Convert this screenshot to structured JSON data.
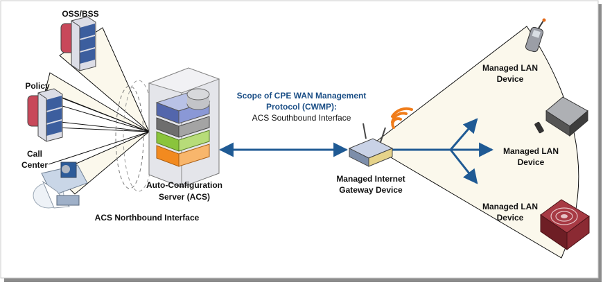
{
  "diagram": {
    "oss_bss": "OSS/BSS",
    "policy": "Policy",
    "call_center": [
      "Call",
      "Center"
    ],
    "acs": [
      "Auto-Configuration",
      "Server (ACS)"
    ],
    "northbound": "ACS Northbound Interface",
    "scope": [
      "Scope of CPE WAN Management",
      "Protocol (CWMP):"
    ],
    "southbound": "ACS Southbound Interface",
    "gateway": [
      "Managed Internet",
      "Gateway Device"
    ],
    "lan_devices": [
      [
        "Managed LAN",
        "Device"
      ],
      [
        "Managed LAN",
        "Device"
      ],
      [
        "Managed LAN",
        "Device"
      ]
    ],
    "colors": {
      "fan_fill": "#fbf8ec",
      "arrow_blue": "#1f5a94",
      "title_blue": "#1a4e86",
      "wifi_orange": "#f07c1a",
      "frame_shadow": "#7f7f7f"
    }
  }
}
